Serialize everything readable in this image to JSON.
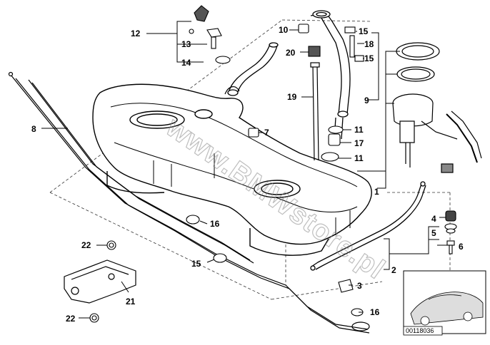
{
  "diagram": {
    "watermark": "www.BMWstore.pl",
    "catalog_number": "00118036",
    "callouts": [
      {
        "id": "c1",
        "text": "1"
      },
      {
        "id": "c2",
        "text": "2"
      },
      {
        "id": "c3",
        "text": "3"
      },
      {
        "id": "c4",
        "text": "4"
      },
      {
        "id": "c5",
        "text": "5"
      },
      {
        "id": "c6",
        "text": "6"
      },
      {
        "id": "c7",
        "text": "7"
      },
      {
        "id": "c8",
        "text": "8"
      },
      {
        "id": "c9",
        "text": "9"
      },
      {
        "id": "c10",
        "text": "10"
      },
      {
        "id": "c11a",
        "text": "11"
      },
      {
        "id": "c11b",
        "text": "11"
      },
      {
        "id": "c12",
        "text": "12"
      },
      {
        "id": "c13",
        "text": "13"
      },
      {
        "id": "c14",
        "text": "14"
      },
      {
        "id": "c15a",
        "text": "15"
      },
      {
        "id": "c15b",
        "text": "15"
      },
      {
        "id": "c15c",
        "text": "15"
      },
      {
        "id": "c16a",
        "text": "16"
      },
      {
        "id": "c16b",
        "text": "16"
      },
      {
        "id": "c17",
        "text": "17"
      },
      {
        "id": "c18",
        "text": "18"
      },
      {
        "id": "c19",
        "text": "19"
      },
      {
        "id": "c20",
        "text": "20"
      },
      {
        "id": "c21",
        "text": "21"
      },
      {
        "id": "c22a",
        "text": "22"
      },
      {
        "id": "c22b",
        "text": "22"
      }
    ]
  }
}
